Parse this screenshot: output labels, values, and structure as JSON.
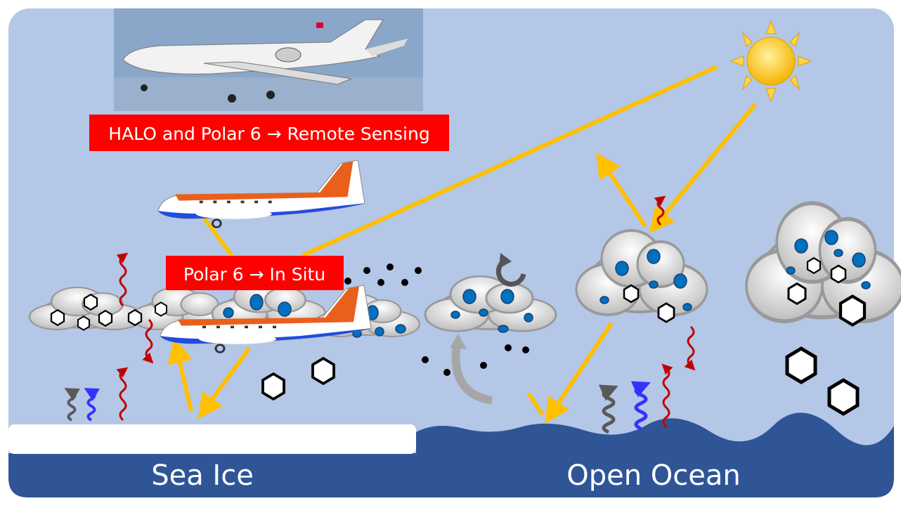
{
  "labels": {
    "remote_sensing": "HALO and Polar 6 → Remote Sensing",
    "in_situ": "Polar 6 → In Situ",
    "sea_ice": "Sea Ice",
    "open_ocean": "Open Ocean"
  },
  "colors": {
    "sky": "#b4c7e7",
    "ocean": "#2f5597",
    "label_box": "#ff0000",
    "sunlight_arrow": "#ffc000",
    "longwave_arrow": "#c00000",
    "latent_heat_arrow": "#3333ff",
    "sensible_heat_arrow": "#595959",
    "droplet": "#0070c0"
  },
  "icons": [
    "sun-icon",
    "halo-aircraft-photo",
    "polar6-aircraft",
    "cloud",
    "ice-crystal",
    "cloud-droplet",
    "aerosol-particle",
    "circulation-arrow"
  ]
}
